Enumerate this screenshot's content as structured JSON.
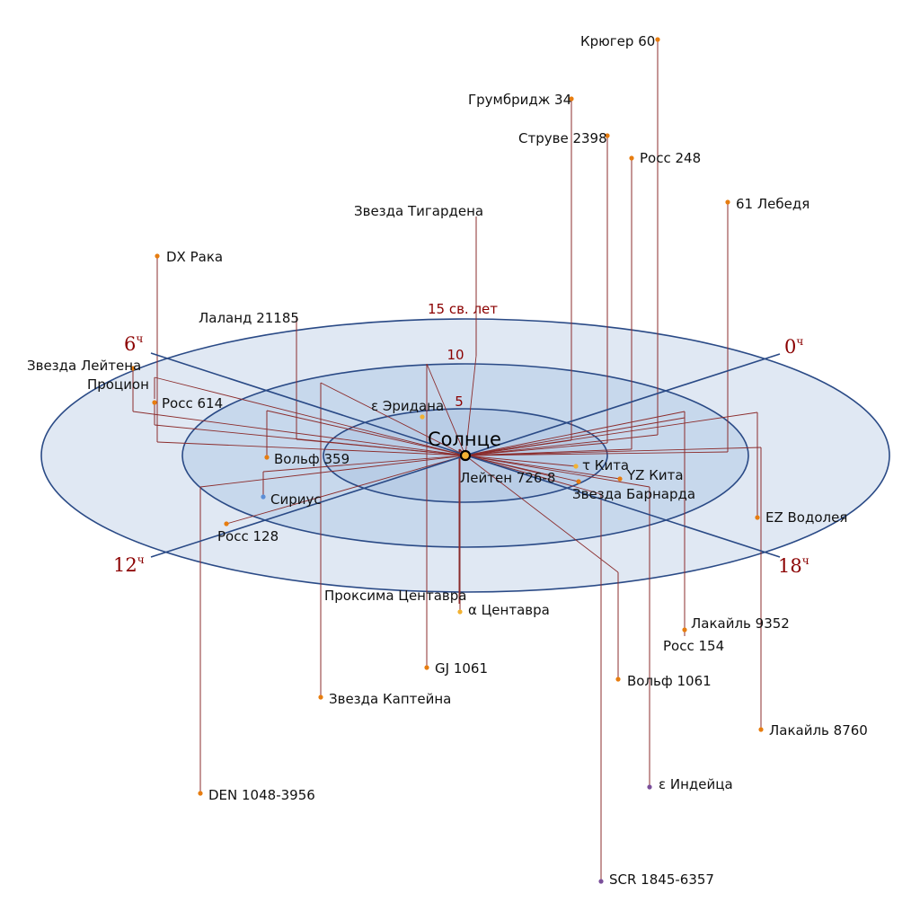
{
  "colors": {
    "outer_ring": "#e0e8f3",
    "middle_ring": "#c7d8ec",
    "inner_ring": "#b9cde6",
    "ring_stroke": "#2a4a86",
    "connector": "#8b2c2c",
    "label_red": "#8b0000",
    "star_orange": "#e77d10",
    "star_yellow": "#f2b233",
    "star_purple": "#7a4f9a",
    "star_blue": "#5b8ed6"
  },
  "center_label": "Солнце",
  "ring_labels": [
    "5",
    "10",
    "15 св. лет"
  ],
  "hour_labels": [
    {
      "num": "0",
      "sup": "ч"
    },
    {
      "num": "6",
      "sup": "ч"
    },
    {
      "num": "12",
      "sup": "ч"
    },
    {
      "num": "18",
      "sup": "ч"
    }
  ],
  "stars": [
    {
      "name": "Крюгер 60",
      "color": "star_orange"
    },
    {
      "name": "Грумбридж 34",
      "color": "star_orange"
    },
    {
      "name": "Струве 2398",
      "color": "star_orange"
    },
    {
      "name": "Росс 248",
      "color": "star_orange"
    },
    {
      "name": "61 Лебедя",
      "color": "star_orange"
    },
    {
      "name": "Звезда Тигардена",
      "color": "star_orange"
    },
    {
      "name": "DX Рака",
      "color": "star_orange"
    },
    {
      "name": "Лаланд 21185",
      "color": "star_orange"
    },
    {
      "name": "Звезда Лейтена",
      "color": "star_orange"
    },
    {
      "name": "Процион",
      "color": "star_yellow"
    },
    {
      "name": "Росс 614",
      "color": "star_orange"
    },
    {
      "name": "ε Эридана",
      "color": "star_yellow"
    },
    {
      "name": "Вольф 359",
      "color": "star_orange"
    },
    {
      "name": "Сириус",
      "color": "star_blue"
    },
    {
      "name": "Росс 128",
      "color": "star_orange"
    },
    {
      "name": "τ Кита",
      "color": "star_yellow"
    },
    {
      "name": "YZ Кита",
      "color": "star_orange"
    },
    {
      "name": "Лейтен 726-8",
      "color": "star_orange"
    },
    {
      "name": "Звезда Барнарда",
      "color": "star_orange"
    },
    {
      "name": "EZ Водолея",
      "color": "star_orange"
    },
    {
      "name": "Проксима Центавра",
      "color": "star_orange"
    },
    {
      "name": "α Центавра",
      "color": "star_yellow"
    },
    {
      "name": "Лакайль 9352",
      "color": "star_orange"
    },
    {
      "name": "Росс 154",
      "color": "star_orange"
    },
    {
      "name": "GJ 1061",
      "color": "star_orange"
    },
    {
      "name": "Вольф 1061",
      "color": "star_orange"
    },
    {
      "name": "Звезда Каптейна",
      "color": "star_orange"
    },
    {
      "name": "Лакайль 8760",
      "color": "star_orange"
    },
    {
      "name": "ε Индейца",
      "color": "star_purple"
    },
    {
      "name": "DEN 1048-3956",
      "color": "star_orange"
    },
    {
      "name": "SCR 1845-6357",
      "color": "star_purple"
    }
  ]
}
